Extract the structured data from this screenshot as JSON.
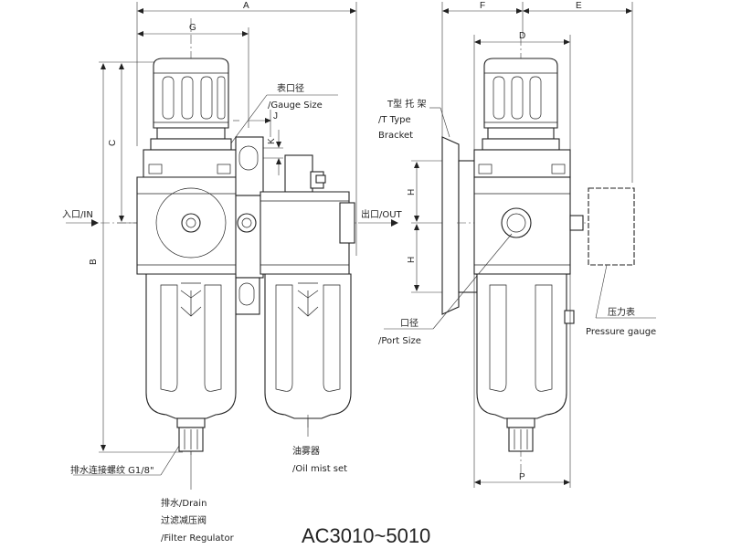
{
  "title": "AC3010~5010",
  "dimensions": {
    "A": "A",
    "G": "G",
    "C": "C",
    "B": "B",
    "J": "J",
    "K": "K",
    "F": "F",
    "E": "E",
    "D": "D",
    "H_top": "H",
    "H_bottom": "H",
    "P": "P"
  },
  "labels": {
    "gauge_size_cn": "表口径",
    "gauge_size_en": "/Gauge Size",
    "inlet": "入口/IN",
    "outlet": "出口/OUT",
    "drain_thread": "排水连接螺纹 G1/8\"",
    "oil_mist_cn": "油雾器",
    "oil_mist_en": "/Oil mist set",
    "drain": "排水/Drain",
    "filter_reg_cn": "过滤减压阀",
    "filter_reg_en": "/Filter Regulator",
    "bracket_cn": "T型 托 架",
    "bracket_en1": "/T Type",
    "bracket_en2": "Bracket",
    "port_size_cn": "口径",
    "port_size_en": "/Port Size",
    "pressure_gauge_cn": "压力表",
    "pressure_gauge_en": "Pressure gauge"
  }
}
